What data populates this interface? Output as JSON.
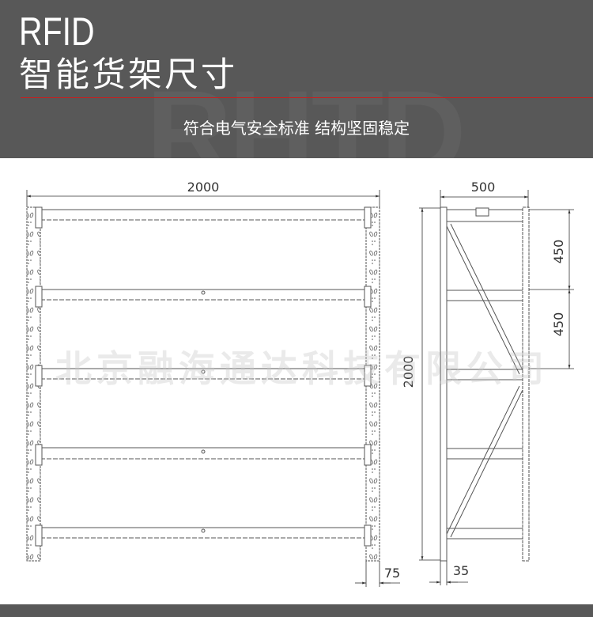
{
  "header": {
    "title_en": "RFID",
    "title_cn": "智能货架尺寸",
    "subtitle": "符合电气安全标准  结构坚固稳定",
    "watermark": "RHTD",
    "background_color": "#585858",
    "accent_line_color": "#c81e1e"
  },
  "drawing": {
    "front_view": {
      "width_label": "2000",
      "post_width_label": "75",
      "shelf_levels": 5
    },
    "side_view": {
      "depth_label": "500",
      "height_label": "2000",
      "spacing_labels": [
        "450",
        "450"
      ],
      "foot_offset_label": "35"
    },
    "watermark_text": "北京融海通达科技有限公司"
  }
}
